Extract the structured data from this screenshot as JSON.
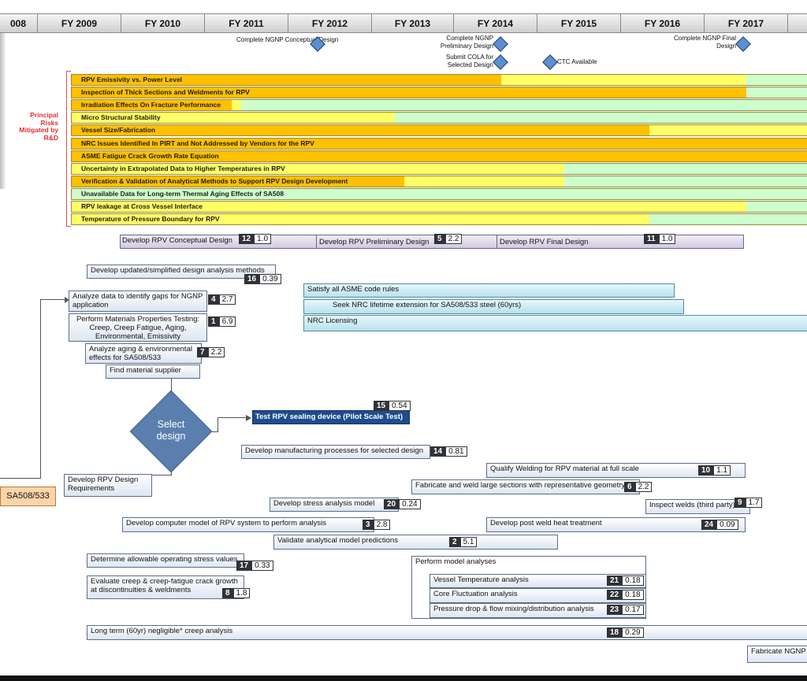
{
  "timeline": {
    "years": [
      "008",
      "FY 2009",
      "FY 2010",
      "FY 2011",
      "FY 2012",
      "FY 2013",
      "FY 2014",
      "FY 2015",
      "FY 2016",
      "FY 2017"
    ]
  },
  "milestones": [
    {
      "label": "Complete NGNP Conceptual Design"
    },
    {
      "label": "Complete NGNP Preliminary Design"
    },
    {
      "label": "Submit COLA for Selected Design"
    },
    {
      "label": "CTC Available"
    },
    {
      "label": "Complete NGNP Final Design"
    }
  ],
  "side_label": "Principal Risks Mitigated by R&D",
  "risks": [
    {
      "label": "RPV Emissivity vs. Power Level"
    },
    {
      "label": "Inspection of Thick Sections and Weldments for RPV"
    },
    {
      "label": "Irradiation Effects On Fracture Performance"
    },
    {
      "label": "Micro Structural Stability"
    },
    {
      "label": "Vessel Size/Fabrication"
    },
    {
      "label": "NRC Issues Identified In PIRT and Not Addressed by Vendors for the RPV"
    },
    {
      "label": "ASME Fatigue Crack Growth Rate Equation"
    },
    {
      "label": "Uncertainty in Extrapolated Data to Higher Temperatures in RPV"
    },
    {
      "label": "Verification & Validation of Analytical Methods to Support RPV Design Development"
    },
    {
      "label": "Unavailable Data for Long-term Thermal Aging Effects of SA508"
    },
    {
      "label": "RPV leakage at Cross Vessel Interface"
    },
    {
      "label": "Temperature of Pressure Boundary for RPV"
    }
  ],
  "risk_colors": {
    "orange": "#ffc000",
    "yellow": "#ffff66",
    "green": "#ccffcc"
  },
  "design_bar": {
    "conceptual": {
      "label": "Develop RPV Conceptual Design",
      "num": "12",
      "val": "1.0"
    },
    "preliminary": {
      "label": "Develop RPV Preliminary Design",
      "num": "5",
      "val": "2.2"
    },
    "final": {
      "label": "Develop RPV Final Design",
      "num": "11",
      "val": "1.0"
    }
  },
  "tasks": {
    "develop_methods": {
      "label": "Develop updated/simplified design analysis methods",
      "num": "16",
      "val": "0.39"
    },
    "analyze_gaps": {
      "label": "Analyze data to identify gaps for NGNP application",
      "num": "4",
      "val": "2.7"
    },
    "materials_testing": {
      "label": "Perform Materials Properties Testing: Creep, Creep Fatigue, Aging, Environmental, Emissivity",
      "num": "1",
      "val": "6.9"
    },
    "aging_effects": {
      "label": "Analyze aging & environmental effects for SA508/533",
      "num": "7",
      "val": "2.2"
    },
    "find_supplier": {
      "label": "Find material supplier"
    },
    "select_design": {
      "label": "Select design"
    },
    "test_sealing": {
      "label": "Test RPV sealing device (Pilot Scale Test)",
      "num": "15",
      "val": "0.54"
    },
    "sa508": {
      "label": "SA508/533"
    },
    "dev_requirements": {
      "label": "Develop RPV Design Requirements"
    },
    "asme_rules": {
      "label": "Satisfy all ASME code rules"
    },
    "nrc_extension": {
      "label": "Seek NRC lifetime extension for SA508/533 steel (60yrs)"
    },
    "nrc_licensing": {
      "label": "NRC Licensing"
    },
    "manufacturing": {
      "label": "Develop manufacturing processes for selected design",
      "num": "14",
      "val": "0.81"
    },
    "qualify_welding": {
      "label": "Qualify Welding for RPV material at full scale",
      "num": "10",
      "val": "1.1"
    },
    "fabricate_weld": {
      "label": "Fabricate and weld large sections with representative geometry",
      "num": "6",
      "val": "2.2"
    },
    "stress_model": {
      "label": "Develop stress analysis model",
      "num": "20",
      "val": "0.24"
    },
    "inspect_welds": {
      "label": "Inspect welds (third party)",
      "num": "9",
      "val": "1.7"
    },
    "computer_model": {
      "label": "Develop computer model of RPV system to perform analysis",
      "num": "3",
      "val": "2.8"
    },
    "post_weld": {
      "label": "Develop post weld heat treatment",
      "num": "24",
      "val": "0.09"
    },
    "validate_model": {
      "label": "Validate analytical model predictions",
      "num": "2",
      "val": "5.1"
    },
    "allowable_stress": {
      "label": "Determine allowable operating stress values",
      "num": "17",
      "val": "0.33"
    },
    "creep_crack": {
      "label": "Evaluate creep & creep-fatigue crack growth at discontinuities & weldments",
      "num": "8",
      "val": "1.8"
    },
    "model_analyses": {
      "label": "Perform model analyses"
    },
    "vessel_temp": {
      "label": "Vessel Temperature analysis",
      "num": "21",
      "val": "0.18"
    },
    "core_fluct": {
      "label": "Core Fluctuation analysis",
      "num": "22",
      "val": "0.18"
    },
    "pressure_drop": {
      "label": "Pressure drop & flow mixing/distribution analysis",
      "num": "23",
      "val": "0.17"
    },
    "long_term_creep": {
      "label": "Long term (60yr) negligible* creep analysis",
      "num": "18",
      "val": "0.29"
    },
    "fabricate_ngnp": {
      "label": "Fabricate NGNP"
    }
  }
}
